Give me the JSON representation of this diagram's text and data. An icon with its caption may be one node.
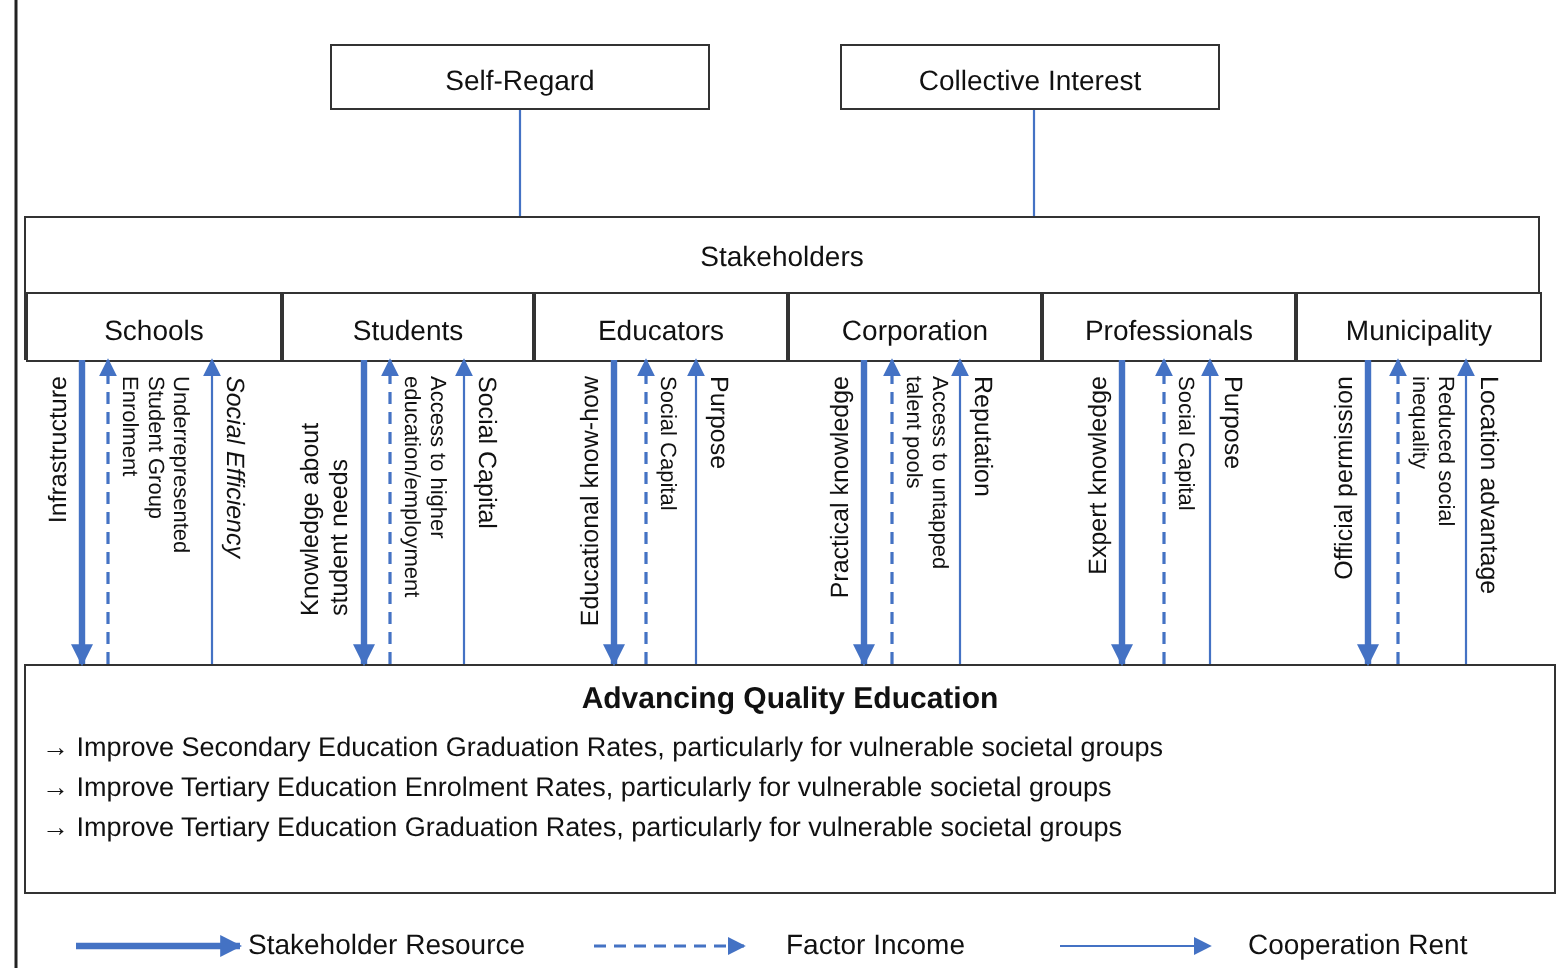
{
  "diagram": {
    "nodes": [
      {
        "text": [
          "Self-Regard"
        ]
      },
      {
        "text": [
          "Collective Interest"
        ]
      },
      {
        "text": [
          "Stakeholders"
        ]
      },
      {
        "text": [
          "Schools"
        ],
        "in": 2
      },
      {
        "text": [
          "Students"
        ],
        "in": 2
      },
      {
        "text": [
          "Educators"
        ],
        "in": 2
      },
      {
        "text": [
          "Corporation"
        ],
        "in": 2
      },
      {
        "text": [
          "Professionals"
        ],
        "in": 2
      },
      {
        "text": [
          "Municipality"
        ],
        "in": 2
      },
      {
        "text": [
          "Advancing Quality Education",
          "→ Improve Secondary Education Graduation Rates, particularly for vulnerable societal groups",
          "→ Improve Tertiary Education Enrolment Rates, particularly for vulnerable societal groups",
          "→ Improve Tertiary Education Graduation Rates, particularly for vulnerable societal groups"
        ]
      }
    ],
    "edges": [
      {
        "from": 0,
        "to": 2,
        "arrow": "none"
      },
      {
        "from": 1,
        "to": 2,
        "arrow": "none"
      },
      {
        "from": 3,
        "to": 9,
        "arrow": "to",
        "style": "thick",
        "label": "Infrastructure"
      },
      {
        "from": 9,
        "to": 3,
        "arrow": "to",
        "style": "dashed",
        "label": "Underrepresented Student Group Enrolment"
      },
      {
        "from": 9,
        "to": 3,
        "arrow": "to",
        "label": "*Social Efficiency*"
      },
      {
        "from": 4,
        "to": 9,
        "arrow": "to",
        "style": "thick",
        "label": "Knowledge about student needs"
      },
      {
        "from": 9,
        "to": 4,
        "arrow": "to",
        "style": "dashed",
        "label": "Access to higher education/employment"
      },
      {
        "from": 9,
        "to": 4,
        "arrow": "to",
        "label": "Social Capital"
      },
      {
        "from": 5,
        "to": 9,
        "arrow": "to",
        "style": "thick",
        "label": "Educational know-how"
      },
      {
        "from": 9,
        "to": 5,
        "arrow": "to",
        "style": "dashed",
        "label": "Social Capital"
      },
      {
        "from": 9,
        "to": 5,
        "arrow": "to",
        "label": "Purpose"
      },
      {
        "from": 6,
        "to": 9,
        "arrow": "to",
        "style": "thick",
        "label": "Practical knowledge"
      },
      {
        "from": 9,
        "to": 6,
        "arrow": "to",
        "style": "dashed",
        "label": "Access to untapped talent pools"
      },
      {
        "from": 9,
        "to": 6,
        "arrow": "to",
        "label": "Reputation"
      },
      {
        "from": 7,
        "to": 9,
        "arrow": "to",
        "style": "thick",
        "label": "Expert knowledge"
      },
      {
        "from": 9,
        "to": 7,
        "arrow": "to",
        "style": "dashed",
        "label": "Social Capital"
      },
      {
        "from": 9,
        "to": 7,
        "arrow": "to",
        "label": "Purpose"
      },
      {
        "from": 8,
        "to": 9,
        "arrow": "to",
        "style": "thick",
        "label": "Official permission"
      },
      {
        "from": 9,
        "to": 8,
        "arrow": "to",
        "style": "dashed",
        "label": "Reduced social inequality"
      },
      {
        "from": 9,
        "to": 8,
        "arrow": "to",
        "label": "Location advantage"
      }
    ],
    "legend": [
      {
        "text": "Stakeholder Resource"
      },
      {
        "text": "Factor Income"
      },
      {
        "text": "Cooperation Rent"
      }
    ]
  }
}
